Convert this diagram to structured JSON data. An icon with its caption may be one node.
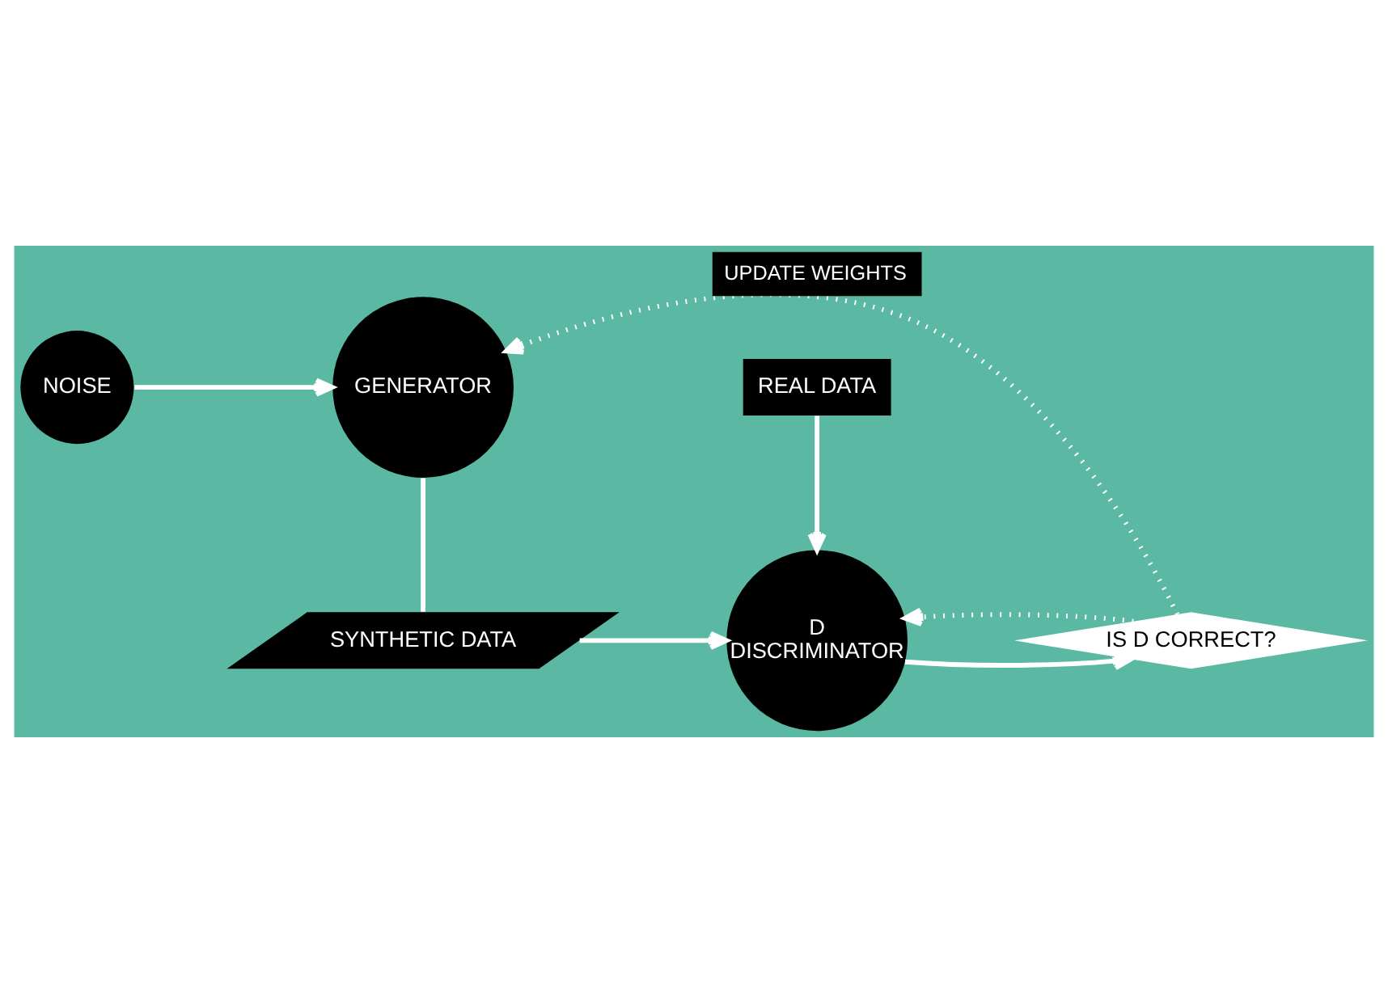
{
  "diagram": {
    "nodes": [
      {
        "text": [
          "NOISE"
        ]
      },
      {
        "text": [
          "GENERATOR"
        ]
      },
      {
        "text": [
          "SYNTHETIC DATA"
        ]
      },
      {
        "text": [
          "REAL DATA"
        ]
      },
      {
        "text": [
          "D",
          "DISCRIMINATOR"
        ]
      },
      {
        "text": [
          "IS D CORRECT?"
        ]
      }
    ],
    "edges": [
      {
        "from": 0,
        "to": 1,
        "arrow": "to"
      },
      {
        "from": 1,
        "to": 2,
        "arrow": "none"
      },
      {
        "from": 2,
        "to": 4,
        "arrow": "to"
      },
      {
        "from": 3,
        "to": 4,
        "arrow": "to"
      },
      {
        "from": 4,
        "to": 5,
        "arrow": "to"
      },
      {
        "from": 5,
        "to": 1,
        "arrow": "to",
        "style": "dashed",
        "label": "UPDATE WEIGHTS"
      },
      {
        "from": 5,
        "to": 4,
        "arrow": "to",
        "style": "dashed"
      }
    ]
  }
}
